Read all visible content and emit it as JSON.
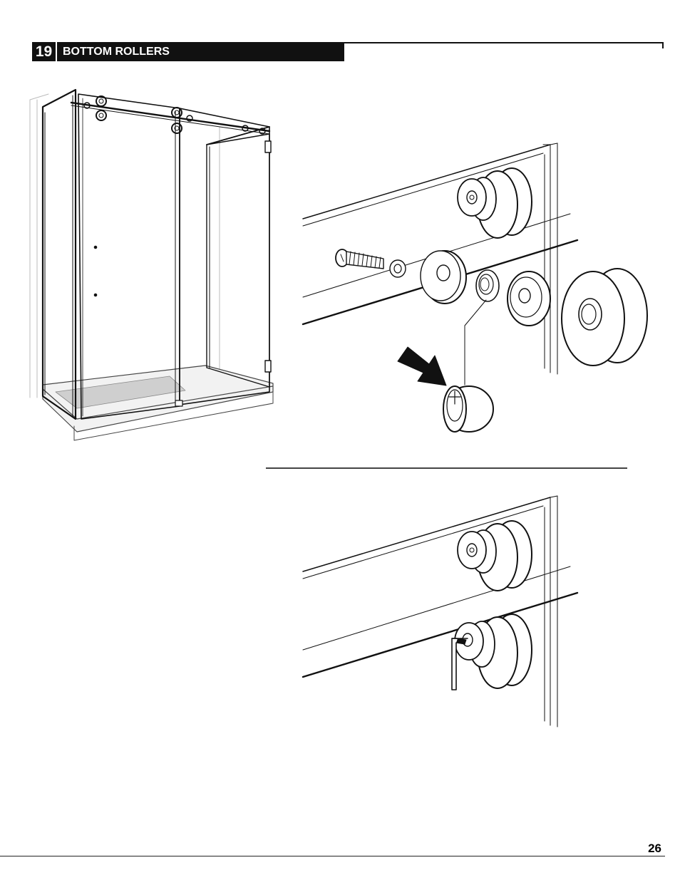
{
  "header": {
    "step_number": "19",
    "step_title": "BOTTOM ROLLERS"
  },
  "figures": {
    "enclosure": {
      "icon": "shower-enclosure-overview-icon"
    },
    "exploded_view": {
      "icon": "bottom-roller-exploded-view-icon"
    },
    "assembled_view": {
      "icon": "bottom-roller-assembled-view-icon"
    }
  },
  "footer": {
    "page_number": "26"
  }
}
